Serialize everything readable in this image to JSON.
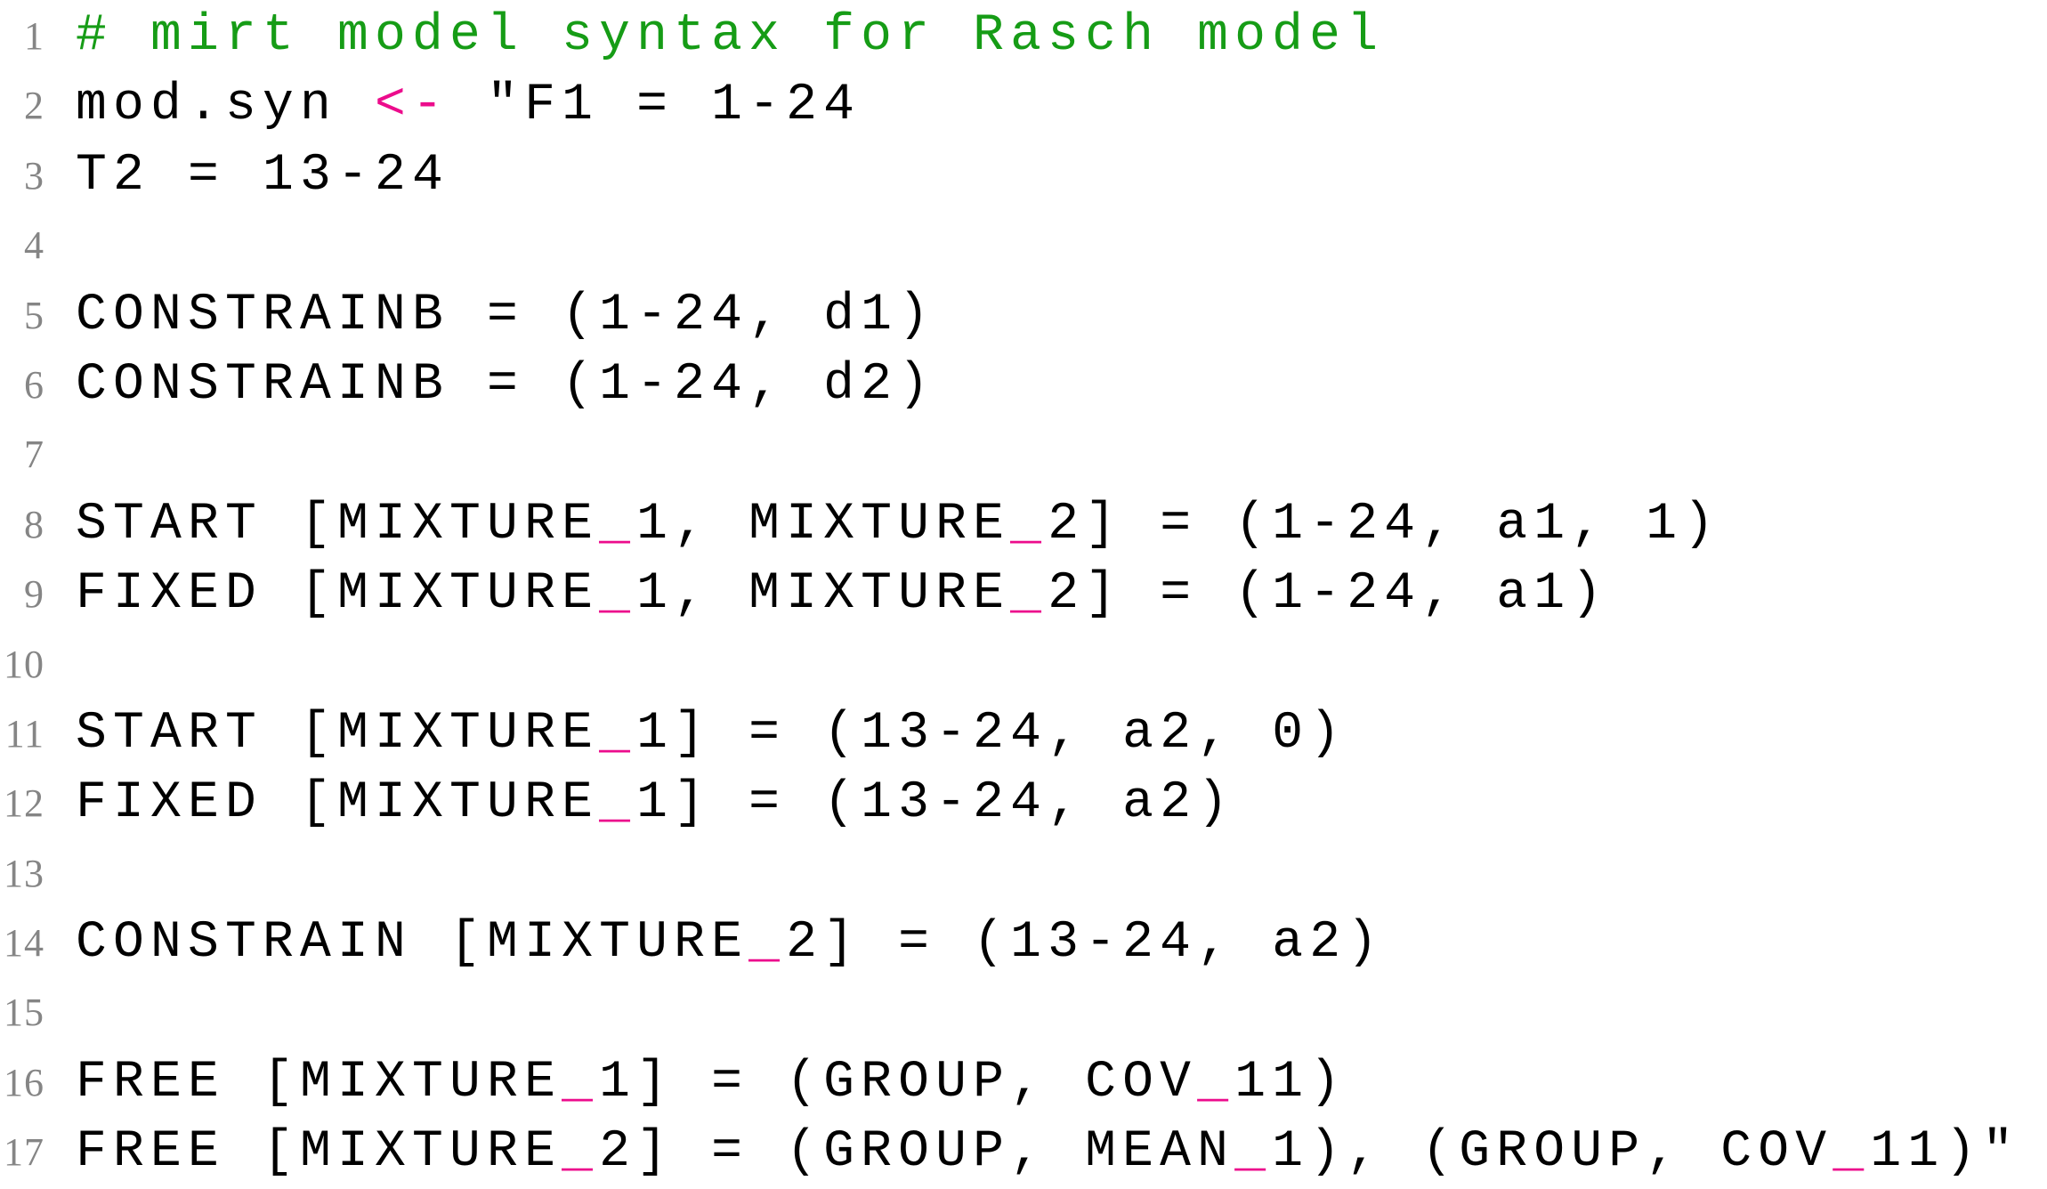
{
  "page": {
    "kind": "rendered R code chunk with line numbers",
    "language": "R"
  },
  "colors": {
    "comment": "#169c16",
    "operator": "#ec0c8c",
    "code": "#000000",
    "line_number": "#858585",
    "background": "#ffffff"
  },
  "code_block": {
    "lines": [
      {
        "number": "1",
        "tokens": [
          {
            "type": "comment",
            "text": "# mirt model syntax for Rasch model"
          }
        ]
      },
      {
        "number": "2",
        "tokens": [
          {
            "type": "plain",
            "text": "mod.syn "
          },
          {
            "type": "operator",
            "text": "<-"
          },
          {
            "type": "plain",
            "text": " \"F1 = 1-24"
          }
        ]
      },
      {
        "number": "3",
        "tokens": [
          {
            "type": "plain",
            "text": "T2 = 13-24"
          }
        ]
      },
      {
        "number": "4",
        "tokens": []
      },
      {
        "number": "5",
        "tokens": [
          {
            "type": "plain",
            "text": "CONSTRAINB = (1-24, d1)"
          }
        ]
      },
      {
        "number": "6",
        "tokens": [
          {
            "type": "plain",
            "text": "CONSTRAINB = (1-24, d2)"
          }
        ]
      },
      {
        "number": "7",
        "tokens": []
      },
      {
        "number": "8",
        "tokens": [
          {
            "type": "plain",
            "text": "START [MIXTURE"
          },
          {
            "type": "operator",
            "text": "_"
          },
          {
            "type": "plain",
            "text": "1, MIXTURE"
          },
          {
            "type": "operator",
            "text": "_"
          },
          {
            "type": "plain",
            "text": "2] = (1-24, a1, 1)"
          }
        ]
      },
      {
        "number": "9",
        "tokens": [
          {
            "type": "plain",
            "text": "FIXED [MIXTURE"
          },
          {
            "type": "operator",
            "text": "_"
          },
          {
            "type": "plain",
            "text": "1, MIXTURE"
          },
          {
            "type": "operator",
            "text": "_"
          },
          {
            "type": "plain",
            "text": "2] = (1-24, a1)"
          }
        ]
      },
      {
        "number": "10",
        "tokens": []
      },
      {
        "number": "11",
        "tokens": [
          {
            "type": "plain",
            "text": "START [MIXTURE"
          },
          {
            "type": "operator",
            "text": "_"
          },
          {
            "type": "plain",
            "text": "1] = (13-24, a2, 0)"
          }
        ]
      },
      {
        "number": "12",
        "tokens": [
          {
            "type": "plain",
            "text": "FIXED [MIXTURE"
          },
          {
            "type": "operator",
            "text": "_"
          },
          {
            "type": "plain",
            "text": "1] = (13-24, a2)"
          }
        ]
      },
      {
        "number": "13",
        "tokens": []
      },
      {
        "number": "14",
        "tokens": [
          {
            "type": "plain",
            "text": "CONSTRAIN [MIXTURE"
          },
          {
            "type": "operator",
            "text": "_"
          },
          {
            "type": "plain",
            "text": "2] = (13-24, a2)"
          }
        ]
      },
      {
        "number": "15",
        "tokens": []
      },
      {
        "number": "16",
        "tokens": [
          {
            "type": "plain",
            "text": "FREE [MIXTURE"
          },
          {
            "type": "operator",
            "text": "_"
          },
          {
            "type": "plain",
            "text": "1] = (GROUP, COV"
          },
          {
            "type": "operator",
            "text": "_"
          },
          {
            "type": "plain",
            "text": "11)"
          }
        ]
      },
      {
        "number": "17",
        "tokens": [
          {
            "type": "plain",
            "text": "FREE [MIXTURE"
          },
          {
            "type": "operator",
            "text": "_"
          },
          {
            "type": "plain",
            "text": "2] = (GROUP, MEAN"
          },
          {
            "type": "operator",
            "text": "_"
          },
          {
            "type": "plain",
            "text": "1), (GROUP, COV"
          },
          {
            "type": "operator",
            "text": "_"
          },
          {
            "type": "plain",
            "text": "11)\""
          }
        ]
      }
    ]
  }
}
